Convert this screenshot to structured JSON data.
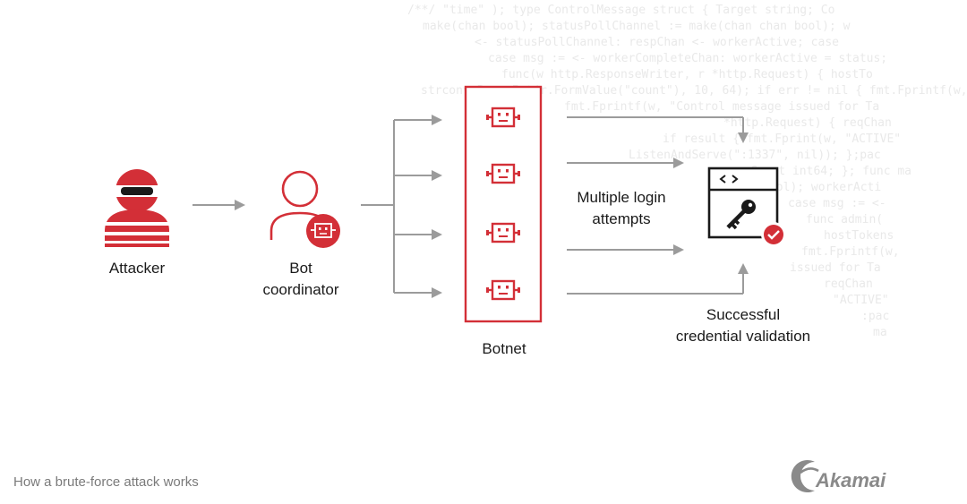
{
  "background_code": [
    "/**/ \"time\" ); type ControlMessage struct { Target string; Co",
    "make(chan bool); statusPollChannel := make(chan chan bool); w",
    "<- statusPollChannel: respChan <- workerActive; case",
    "case msg := <- workerCompleteChan: workerActive = status;",
    "func(w http.ResponseWriter, r *http.Request) { hostTo",
    "strconv.ParseInt(r.FormValue(\"count\"), 10, 64); if err != nil { fmt.Fprintf(w,",
    "fmt.Fprintf(w, \"Control message issued for Ta",
    "*http.Request) { reqChan",
    "if result { fmt.Fprint(w, \"ACTIVE\"",
    "ListenAndServe(\":1337\", nil)); };pac",
    "Count int64; }; func ma",
    "chan bool); workerActi",
    "case msg := <-",
    "func admin(",
    "hostTokens",
    "fmt.Fprintf(w,",
    "issued for Ta",
    "reqChan",
    "\"ACTIVE\"",
    ":pac",
    "ma"
  ],
  "nodes": {
    "attacker": "Attacker",
    "coordinator_line1": "Bot",
    "coordinator_line2": "coordinator",
    "botnet": "Botnet",
    "login_line1": "Multiple login",
    "login_line2": "attempts",
    "success_line1": "Successful",
    "success_line2": "credential validation"
  },
  "icons": {
    "attacker": "masked-attacker-icon",
    "coordinator": "user-with-bot-icon",
    "bot": "robot-icon",
    "target": "browser-window-with-key-icon",
    "check": "checkmark-icon"
  },
  "caption": "How a brute-force attack works",
  "brand": "Akamai",
  "colors": {
    "accent": "#d32f37",
    "arrow": "#9b9b9b",
    "text": "#1a1a1a",
    "caption": "#7a7a7a",
    "code": "#e9e9e9"
  }
}
